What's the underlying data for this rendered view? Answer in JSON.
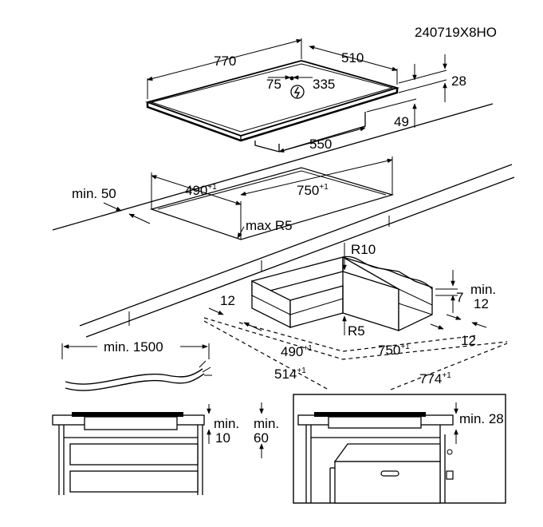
{
  "code": "240719X8HO",
  "hob": {
    "width": "770",
    "depth": "510",
    "conn_a": "75",
    "conn_b": "335",
    "thickness": "28",
    "box_height": "49",
    "box_width": "550"
  },
  "cutout": {
    "depth": "490",
    "width": "750",
    "tol": "+1",
    "min_edge": "min. 50",
    "radius": "max R5"
  },
  "frame": {
    "radius_top": "R10",
    "radius_bottom": "R5",
    "left_ledge": "12",
    "right_min": "min.",
    "right_7": "7",
    "right_12a": "12",
    "right_12b": "12",
    "inner_depth": "490",
    "inner_width": "750",
    "outer_depth": "514",
    "outer_width": "774",
    "tol": "+1"
  },
  "cable": {
    "length": "min. 1500"
  },
  "install_left": {
    "gap_a_label": "min.",
    "gap_a_value": "10",
    "gap_b_label": "min.",
    "gap_b_value": "60"
  },
  "install_right": {
    "gap": "min. 28"
  }
}
